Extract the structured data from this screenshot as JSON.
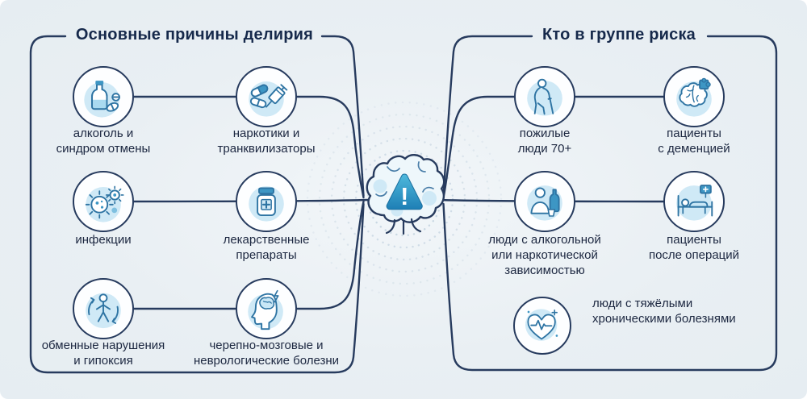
{
  "left_section": {
    "title": "Основные причины делирия",
    "items": [
      {
        "id": "alcohol",
        "icon": "alcohol-withdrawal-icon",
        "label": [
          "алкоголь и",
          "синдром отмены"
        ]
      },
      {
        "id": "narcotics",
        "icon": "narcotics-tranquilizers-icon",
        "label": [
          "наркотики и",
          "транквилизаторы"
        ]
      },
      {
        "id": "infections",
        "icon": "infections-icon",
        "label": [
          "инфекции"
        ]
      },
      {
        "id": "medications",
        "icon": "medications-icon",
        "label": [
          "лекарственные",
          "препараты"
        ]
      },
      {
        "id": "metabolic",
        "icon": "metabolic-hypoxia-icon",
        "label": [
          "обменные нарушения",
          "и гипоксия"
        ]
      },
      {
        "id": "neuro",
        "icon": "neuro-diseases-icon",
        "label": [
          "черепно-мозговые и",
          "неврологические болезни"
        ]
      }
    ]
  },
  "right_section": {
    "title": "Кто в группе риска",
    "items": [
      {
        "id": "elderly",
        "icon": "elderly-icon",
        "label": [
          "пожилые",
          "люди 70+"
        ]
      },
      {
        "id": "dementia",
        "icon": "dementia-icon",
        "label": [
          "пациенты",
          "с деменцией"
        ]
      },
      {
        "id": "addiction",
        "icon": "addiction-icon",
        "label": [
          "люди с алкогольной",
          "или наркотической",
          "зависимостью"
        ]
      },
      {
        "id": "surgery",
        "icon": "post-surgery-icon",
        "label": [
          "пациенты",
          "после операций"
        ]
      },
      {
        "id": "chronic",
        "icon": "chronic-illness-icon",
        "label": [
          "люди с тяжёлыми",
          "хроническими болезнями"
        ]
      }
    ]
  },
  "center": {
    "icon": "brain-warning-icon",
    "warning_mark": "!"
  },
  "colors": {
    "background": "#e9eff3",
    "line": "#273b5e",
    "label_text": "#1c2740",
    "title_text": "#16294b",
    "icon_stroke": "#2e74a3",
    "icon_accent_light": "#cfe9f6",
    "icon_accent_dark": "#3d96c4",
    "warning_gradient_top": "#4fb9dc",
    "warning_gradient_bottom": "#1e7fb5"
  }
}
